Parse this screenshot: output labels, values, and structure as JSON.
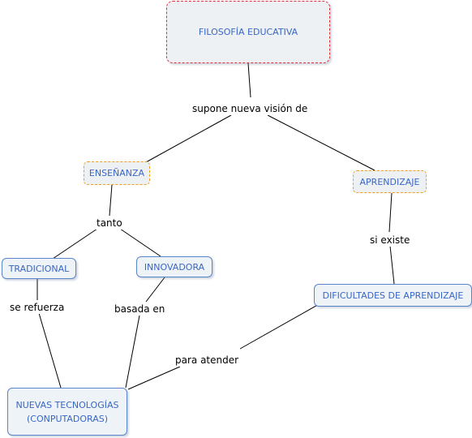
{
  "concept_map": {
    "nodes": {
      "filosofia": "FILOSOFÍA EDUCATIVA",
      "ensenanza": "ENSEÑANZA",
      "aprendizaje": "APRENDIZAJE",
      "tradicional": "TRADICIONAL",
      "innovadora": "INNOVADORA",
      "dificultades": "DIFICULTADES DE APRENDIZAJE",
      "nuevas_line1": "NUEVAS TECNOLOGÍAS",
      "nuevas_line2": "(CONPUTADORAS)"
    },
    "links": {
      "supone": "supone nueva visión de",
      "tanto": "tanto",
      "si_existe": "si existe",
      "se_refuerza": "se refuerza",
      "basada_en": "basada en",
      "para_atender": "para atender"
    },
    "colors": {
      "node_text": "#3a66c4",
      "node_border": "#5a85c9",
      "root_border": "#e0303a",
      "secondary_border": "#f0a020"
    }
  }
}
